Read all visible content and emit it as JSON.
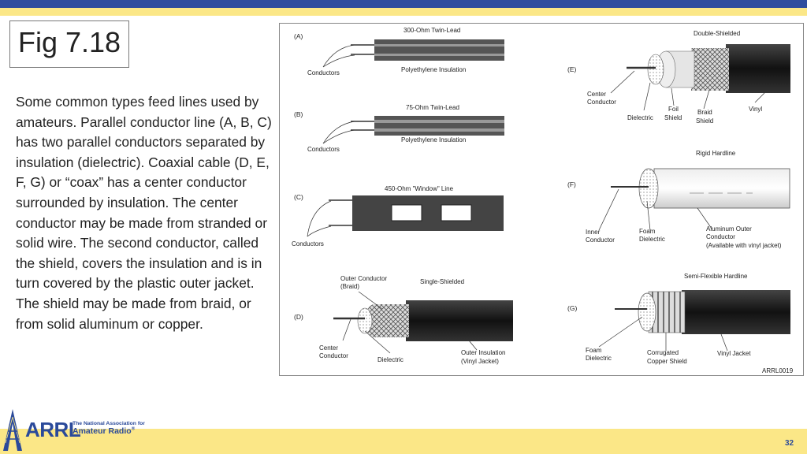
{
  "slide": {
    "title": "Fig 7.18",
    "body": "Some common types feed lines used by amateurs. Parallel conductor line (A, B, C) has two parallel conductors separated by insulation (dielectric). Coaxial cable (D, E, F, G) or “coax” has a center conductor surrounded by insulation. The center conductor may be made from stranded or solid wire. The second conductor, called the shield, covers the insulation and is in turn covered by the plastic outer jacket. The shield may be made from braid, or from solid aluminum or copper.",
    "page_number": "32"
  },
  "logo": {
    "name": "ARRL",
    "tagline_1": "The National Association for",
    "tagline_2": "Amateur Radio",
    "registered": "®"
  },
  "figure": {
    "code": "ARRL0019",
    "a": {
      "letter": "(A)",
      "title": "300-Ohm Twin-Lead",
      "conductors": "Conductors",
      "insulation": "Polyethylene Insulation"
    },
    "b": {
      "letter": "(B)",
      "title": "75-Ohm Twin-Lead",
      "conductors": "Conductors",
      "insulation": "Polyethylene Insulation"
    },
    "c": {
      "letter": "(C)",
      "title": "450-Ohm \"Window\" Line",
      "conductors": "Conductors"
    },
    "d": {
      "letter": "(D)",
      "title": "Single-Shielded",
      "outer": "Outer Conductor",
      "outer2": "(Braid)",
      "center": "Center",
      "center2": "Conductor",
      "dielectric": "Dielectric",
      "jacket": "Outer Insulation",
      "jacket2": "(Vinyl Jacket)"
    },
    "e": {
      "letter": "(E)",
      "title": "Double-Shielded",
      "center": "Center",
      "center2": "Conductor",
      "dielectric": "Dielectric",
      "foil": "Foil",
      "foil2": "Shield",
      "braid": "Braid",
      "braid2": "Shield",
      "vinyl": "Vinyl"
    },
    "f": {
      "letter": "(F)",
      "title": "Rigid Hardline",
      "inner": "Inner",
      "inner2": "Conductor",
      "foam": "Foam",
      "foam2": "Dielectric",
      "outer": "Aluminum Outer",
      "outer2": "Conductor",
      "outer3": "(Available with vinyl jacket)"
    },
    "g": {
      "letter": "(G)",
      "title": "Semi-Flexible Hardline",
      "foam": "Foam",
      "foam2": "Dielectric",
      "corr": "Corrugated",
      "corr2": "Copper Shield",
      "vinyl": "Vinyl Jacket"
    }
  },
  "colors": {
    "blue": "#2f4d9e",
    "yellow": "#fbe787"
  }
}
